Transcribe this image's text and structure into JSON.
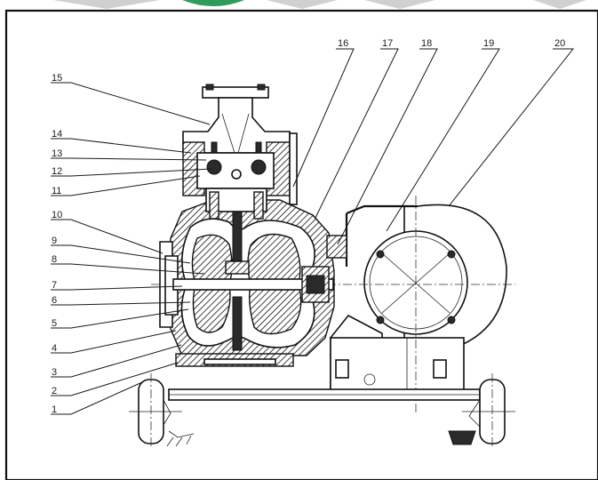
{
  "image": {
    "border_color": "#111111",
    "header_band_color": "#d9d9d9",
    "header_logo_color": "#2e9c5a"
  },
  "callouts": [
    {
      "label": "1",
      "icon": "pump-base-frame"
    },
    {
      "label": "2",
      "icon": "pump-body"
    },
    {
      "label": "3",
      "icon": "liner"
    },
    {
      "label": "4",
      "icon": "diaphragm"
    },
    {
      "label": "5",
      "icon": "pump-chamber"
    },
    {
      "label": "6",
      "icon": "diaphragm-plate"
    },
    {
      "label": "7",
      "icon": "connecting-rod"
    },
    {
      "label": "8",
      "icon": "seal"
    },
    {
      "label": "9",
      "icon": "inner-plate"
    },
    {
      "label": "10",
      "icon": "outer-cover"
    },
    {
      "label": "11",
      "icon": "valve-seat"
    },
    {
      "label": "12",
      "icon": "valve-ball"
    },
    {
      "label": "13",
      "icon": "valve-cage"
    },
    {
      "label": "14",
      "icon": "outlet-manifold"
    },
    {
      "label": "15",
      "icon": "outlet-flange"
    },
    {
      "label": "16",
      "icon": "bolt"
    },
    {
      "label": "17",
      "icon": "grease-cup"
    },
    {
      "label": "18",
      "icon": "bearing"
    },
    {
      "label": "19",
      "icon": "motor-flange"
    },
    {
      "label": "20",
      "icon": "motor"
    }
  ]
}
